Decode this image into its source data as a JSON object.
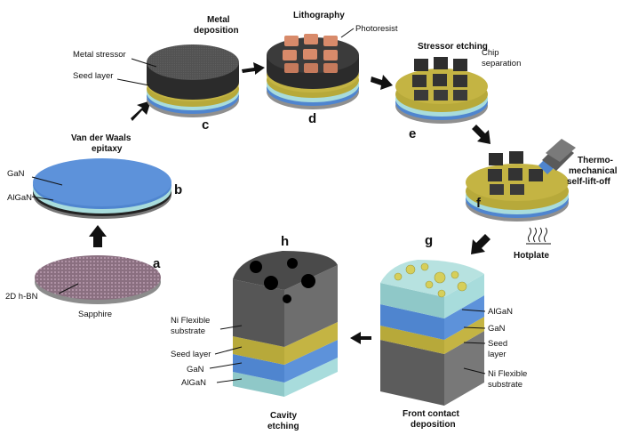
{
  "steps": {
    "a": "a",
    "b": "b",
    "c": "c",
    "d": "d",
    "e": "e",
    "f": "f",
    "g": "g",
    "h": "h"
  },
  "titles": {
    "vdw_line1": "Van der Waals",
    "vdw_line2": "epitaxy",
    "metal_line1": "Metal",
    "metal_line2": "deposition",
    "litho": "Lithography",
    "stressor_etch": "Stressor etching",
    "thermo_line1": "Thermo-",
    "thermo_line2": "mechanical",
    "thermo_line3": "self-lift-off",
    "front_line1": "Front contact",
    "front_line2": "deposition",
    "cavity_line1": "Cavity",
    "cavity_line2": "etching"
  },
  "labels": {
    "hbn": "2D h-BN",
    "sapphire": "Sapphire",
    "gan_b": "GaN",
    "algan_b": "AlGaN",
    "metal_stressor": "Metal stressor",
    "seed_layer_c": "Seed layer",
    "photoresist": "Photoresist",
    "chip_line1": "Chip",
    "chip_line2": "separation",
    "hotplate": "Hotplate",
    "algan_g": "AlGaN",
    "gan_g": "GaN",
    "seed_g_line1": "Seed",
    "seed_g_line2": "layer",
    "ni_g_line1": "Ni Flexible",
    "ni_g_line2": "substrate",
    "ni_h_line1": "Ni Flexible",
    "ni_h_line2": "substrate",
    "seed_h": "Seed layer",
    "gan_h": "GaN",
    "algan_h": "AlGaN"
  },
  "colors": {
    "gan": "#5b8fd6",
    "algan": "#a8dcdc",
    "seed": "#b7a93a",
    "metal": "#3a3a3a",
    "photoresist": "#d88a6a",
    "sapphire": "#a8a8a8",
    "contact": "#d6cf5a"
  }
}
